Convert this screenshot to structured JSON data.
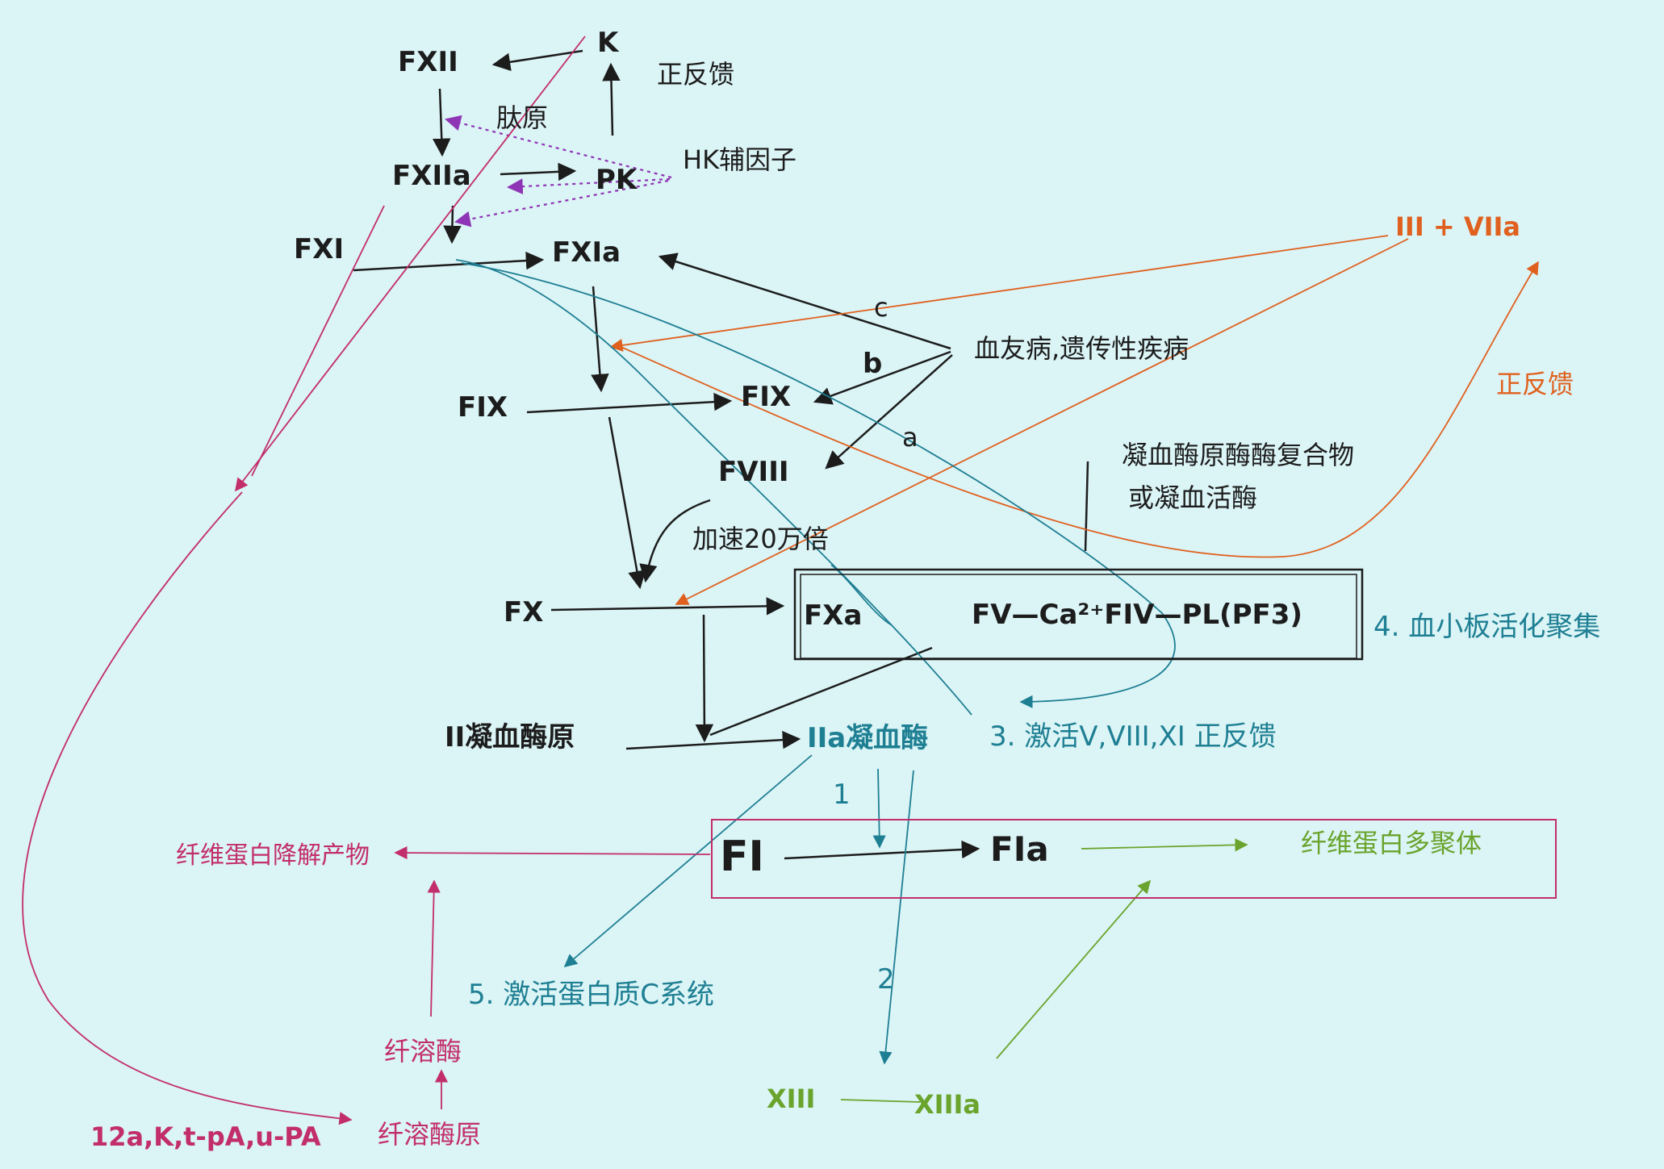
{
  "labels": {
    "k": "K",
    "fxii": "FXII",
    "positive_feedback_1": "正反馈",
    "kininogen": "肽原",
    "fxiia": "FXIIa",
    "pk": "PK",
    "hk_cofactor": "HK辅因子",
    "fxi": "FXI",
    "fxia": "FXIa",
    "iii_viia": "III + VIIa",
    "c": "c",
    "b": "b",
    "a": "a",
    "hemophilia": "血友病,遗传性疾病",
    "fix_left": "FIX",
    "fix_right": "FIX",
    "positive_feedback_2": "正反馈",
    "fviii": "FVIII",
    "prothrombinase_1": "凝血酶原酶酶复合物",
    "prothrombinase_2": "或凝血活酶",
    "accelerate": "加速20万倍",
    "fx": "FX",
    "fxa": "FXa",
    "complex": "FV—Ca²⁺FIV—PL(PF3)",
    "platelet": "4. 血小板活化聚集",
    "prothrombin": "II凝血酶原",
    "thrombin": "IIa凝血酶",
    "activate_feedback": "3. 激活V,VIII,XI 正反馈",
    "one": "1",
    "fdp": "纤维蛋白降解产物",
    "fi": "FI",
    "fia": "FIa",
    "fibrin_polymer": "纤维蛋白多聚体",
    "protein_c": "5. 激活蛋白质C系统",
    "two": "2",
    "plasmin": "纤溶酶",
    "xiii": "XIII",
    "xiiia": "XIIIa",
    "activators": "12a,K,t-pA,u-PA",
    "plasminogen": "纤溶酶原"
  },
  "colors": {
    "background": "#dbf4f6",
    "black": "#1c1c1c",
    "orange": "#e0611f",
    "teal": "#1e7f93",
    "magenta": "#c22d6b",
    "green": "#6aa42c",
    "purple": "#8e35b5"
  }
}
